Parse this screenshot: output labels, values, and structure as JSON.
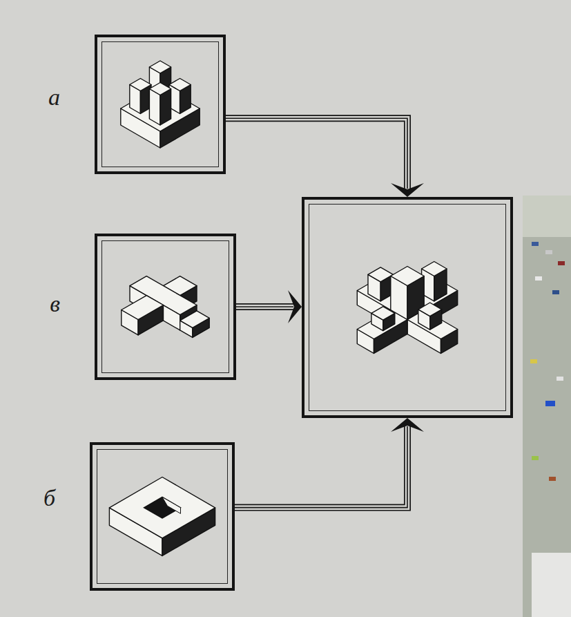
{
  "diagram": {
    "nodes": [
      {
        "text": [
          "а"
        ]
      },
      {
        "text": [
          "в"
        ]
      },
      {
        "text": [
          "б"
        ]
      },
      {
        "text": []
      }
    ],
    "edges": [
      {
        "from": 0,
        "to": 3,
        "arrow": "to"
      },
      {
        "from": 1,
        "to": 3,
        "arrow": "to"
      },
      {
        "from": 2,
        "to": 3,
        "arrow": "to"
      }
    ]
  }
}
